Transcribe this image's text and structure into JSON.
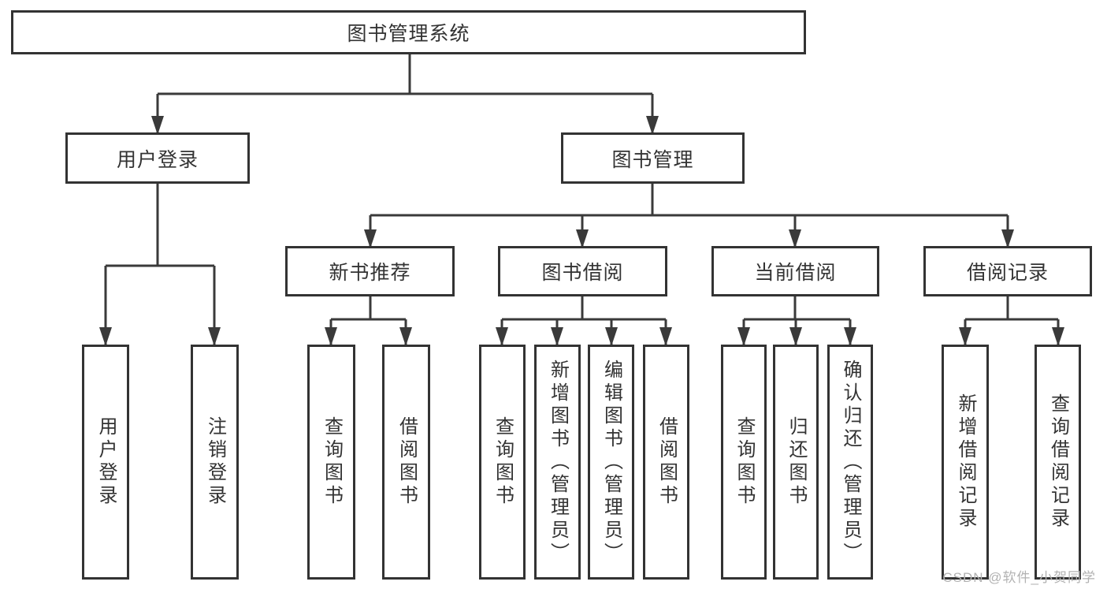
{
  "tree": {
    "root": {
      "label": "图书管理系统"
    },
    "branches": [
      {
        "label": "用户登录",
        "children": [
          {
            "label": "用户登录"
          },
          {
            "label": "注销登录"
          }
        ]
      },
      {
        "label": "图书管理",
        "children": [
          {
            "label": "新书推荐",
            "children": [
              {
                "label": "查询图书"
              },
              {
                "label": "借阅图书"
              }
            ]
          },
          {
            "label": "图书借阅",
            "children": [
              {
                "label": "查询图书"
              },
              {
                "label": "新增图书（管理员）"
              },
              {
                "label": "编辑图书（管理员）"
              },
              {
                "label": "借阅图书"
              }
            ]
          },
          {
            "label": "当前借阅",
            "children": [
              {
                "label": "查询图书"
              },
              {
                "label": "归还图书"
              },
              {
                "label": "确认归还（管理员）"
              }
            ]
          },
          {
            "label": "借阅记录",
            "children": [
              {
                "label": "新增借阅记录"
              },
              {
                "label": "查询借阅记录"
              }
            ]
          }
        ]
      }
    ]
  },
  "watermark": {
    "text": "CSDN @软件_小贺同学"
  },
  "colors": {
    "line": "#3a3a3a",
    "border": "#333333",
    "text": "#333333",
    "wm": "#b2b2b2",
    "bg": "#ffffff"
  }
}
